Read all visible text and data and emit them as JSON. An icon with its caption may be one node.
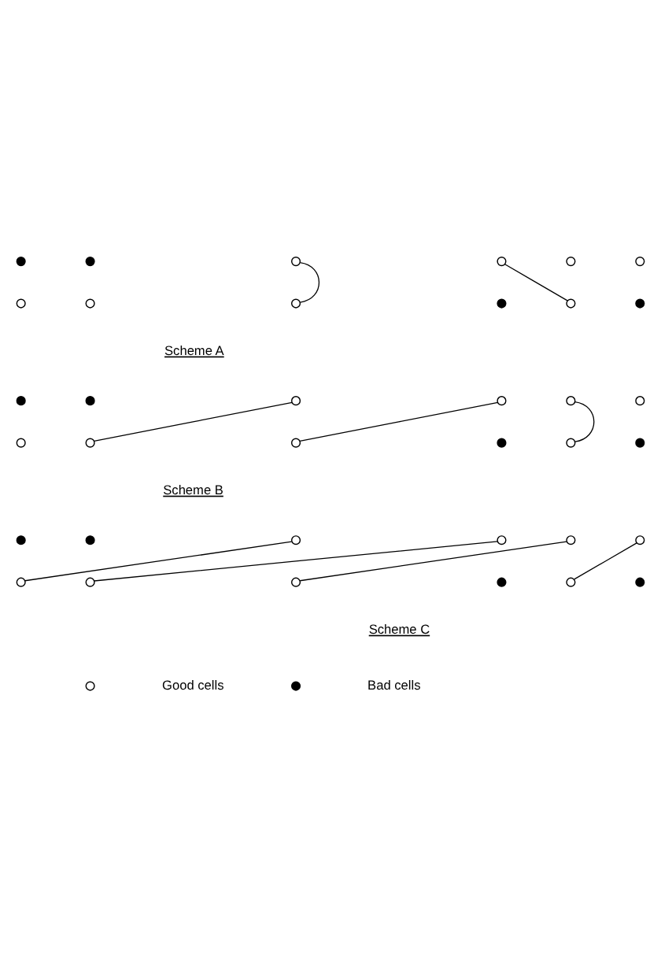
{
  "diagram": {
    "nodes": [
      {
        "text": [],
        "shape": "dot"
      },
      {
        "text": [],
        "shape": "dot"
      },
      {
        "text": [],
        "shape": "circle"
      },
      {
        "text": [],
        "shape": "circle"
      },
      {
        "text": [],
        "shape": "circle"
      },
      {
        "text": [],
        "shape": "circle"
      },
      {
        "text": [],
        "shape": "circle"
      },
      {
        "text": [],
        "shape": "circle"
      },
      {
        "text": [],
        "shape": "circle"
      },
      {
        "text": [],
        "shape": "dot"
      },
      {
        "text": [],
        "shape": "circle"
      },
      {
        "text": [],
        "shape": "dot"
      },
      {
        "text": [],
        "shape": "dot"
      },
      {
        "text": [],
        "shape": "dot"
      },
      {
        "text": [],
        "shape": "circle"
      },
      {
        "text": [],
        "shape": "circle"
      },
      {
        "text": [],
        "shape": "circle"
      },
      {
        "text": [],
        "shape": "circle"
      },
      {
        "text": [],
        "shape": "circle"
      },
      {
        "text": [],
        "shape": "circle"
      },
      {
        "text": [],
        "shape": "circle"
      },
      {
        "text": [],
        "shape": "dot"
      },
      {
        "text": [],
        "shape": "circle"
      },
      {
        "text": [],
        "shape": "dot"
      },
      {
        "text": [],
        "shape": "dot"
      },
      {
        "text": [],
        "shape": "dot"
      },
      {
        "text": [],
        "shape": "circle"
      },
      {
        "text": [],
        "shape": "circle"
      },
      {
        "text": [],
        "shape": "circle"
      },
      {
        "text": [],
        "shape": "circle"
      },
      {
        "text": [],
        "shape": "circle"
      },
      {
        "text": [],
        "shape": "circle"
      },
      {
        "text": [],
        "shape": "circle"
      },
      {
        "text": [],
        "shape": "dot"
      },
      {
        "text": [],
        "shape": "circle"
      },
      {
        "text": [],
        "shape": "dot"
      }
    ],
    "edges": [
      {
        "from": 2,
        "to": 8,
        "arrow": "none"
      },
      {
        "from": 3,
        "to": 10,
        "arrow": "none"
      },
      {
        "from": 14,
        "to": 19,
        "arrow": "none"
      },
      {
        "from": 15,
        "to": 20,
        "arrow": "none"
      },
      {
        "from": 16,
        "to": 22,
        "arrow": "none"
      },
      {
        "from": 26,
        "to": 30,
        "arrow": "none"
      },
      {
        "from": 27,
        "to": 31,
        "arrow": "none"
      },
      {
        "from": 28,
        "to": 32,
        "arrow": "none"
      },
      {
        "from": 29,
        "to": 34,
        "arrow": "none"
      }
    ],
    "labels": [
      "Scheme A",
      "Scheme B",
      "Scheme C"
    ],
    "legend": [
      {
        "text": "Good cells"
      },
      {
        "text": "Bad cells"
      }
    ]
  }
}
